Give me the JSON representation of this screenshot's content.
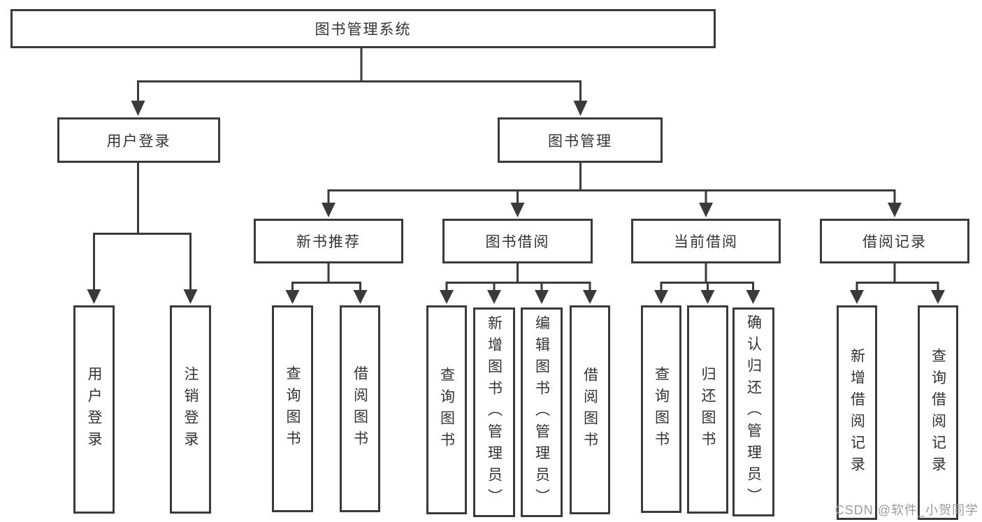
{
  "tree": {
    "root": {
      "label": "图书管理系统"
    },
    "user_login": {
      "label": "用户登录",
      "children": [
        {
          "label": "用户登录"
        },
        {
          "label": "注销登录"
        }
      ]
    },
    "book_mgmt": {
      "label": "图书管理",
      "children": [
        {
          "label": "新书推荐",
          "children": [
            {
              "label": "查询图书"
            },
            {
              "label": "借阅图书"
            }
          ]
        },
        {
          "label": "图书借阅",
          "children": [
            {
              "label": "查询图书"
            },
            {
              "label": "新增图书（管理员）"
            },
            {
              "label": "编辑图书（管理员）"
            },
            {
              "label": "借阅图书"
            }
          ]
        },
        {
          "label": "当前借阅",
          "children": [
            {
              "label": "查询图书"
            },
            {
              "label": "归还图书"
            },
            {
              "label": "确认归还（管理员）"
            }
          ]
        },
        {
          "label": "借阅记录",
          "children": [
            {
              "label": "新增借阅记录"
            },
            {
              "label": "查询借阅记录"
            }
          ]
        }
      ]
    }
  },
  "watermark": {
    "text": "CSDN @软件_小贺同学"
  },
  "colors": {
    "line": "#3a3a3a",
    "text": "#333333",
    "background": "#ffffff",
    "watermark": "#9b9b9d"
  }
}
